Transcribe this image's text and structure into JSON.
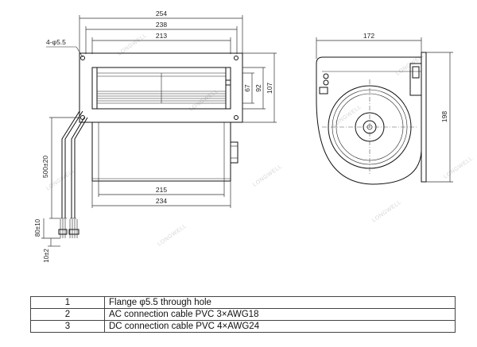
{
  "drawing": {
    "front_view": {
      "dim_254": "254",
      "dim_238": "238",
      "dim_213": "213",
      "dim_hole": "4-φ5.5",
      "dim_67": "67",
      "dim_92": "92",
      "dim_107": "107",
      "dim_215": "215",
      "dim_234": "234",
      "dim_cable_length": "500±20",
      "dim_strip_80": "80±10",
      "dim_strip_10": "10±2"
    },
    "side_view": {
      "dim_172": "172",
      "dim_198": "198"
    },
    "watermark": "LONGWELL"
  },
  "legend": {
    "rows": [
      {
        "num": "1",
        "text": "Flange φ5.5 through hole"
      },
      {
        "num": "2",
        "text": "AC connection cable PVC 3×AWG18"
      },
      {
        "num": "3",
        "text": "DC connection cable PVC 4×AWG24"
      }
    ]
  }
}
